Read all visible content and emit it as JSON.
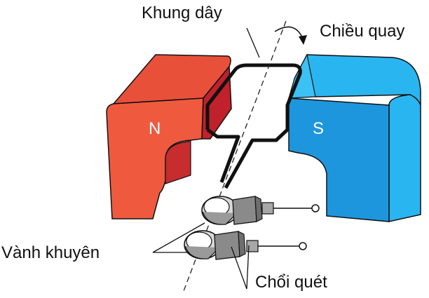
{
  "labels": {
    "frame": "Khung dây",
    "rotation": "Chiều quay",
    "north_pole": "N",
    "south_pole": "S",
    "slip_rings": "Vành khuyên",
    "brushes": "Chổi quét"
  },
  "colors": {
    "north_magnet": "#e8503a",
    "north_magnet_dark": "#c0212a",
    "south_magnet": "#1e96de",
    "south_magnet_light": "#29b6f0",
    "wire": "#111111",
    "ring": "#bdbdbd",
    "brush": "#8a8a8a"
  }
}
